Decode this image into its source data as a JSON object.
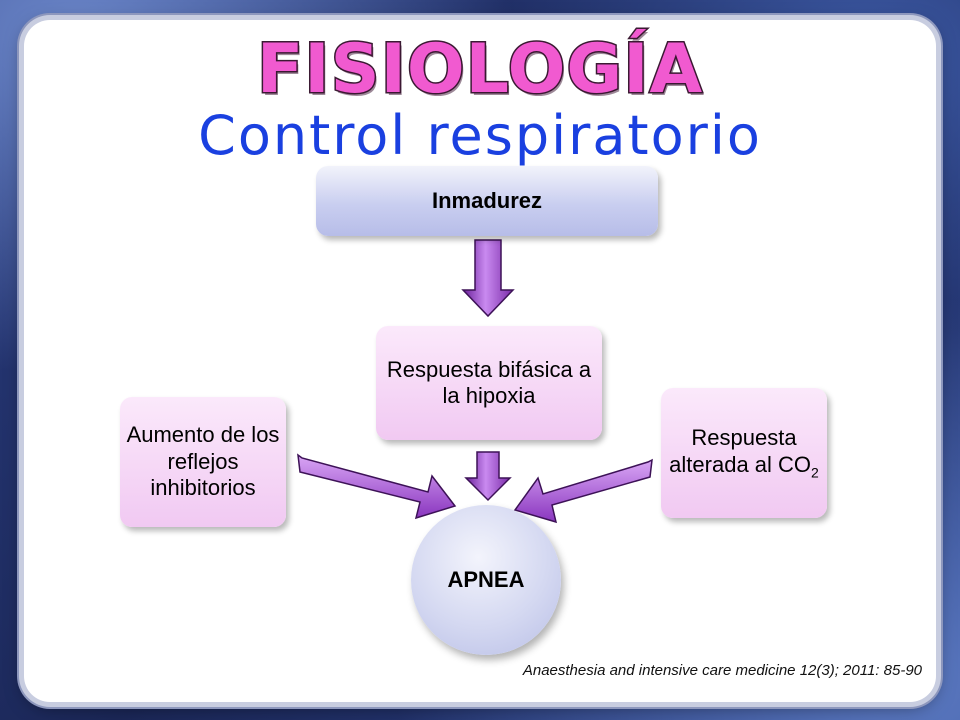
{
  "slide": {
    "title": "FISIOLOGÍA",
    "subtitle": "Control respiratorio",
    "citation": "Anaesthesia and intensive care medicine 12(3); 2011: 85-90"
  },
  "diagram": {
    "top_box": "Inmadurez",
    "middle_box": "Respuesta bifásica a la hipoxia",
    "left_box": "Aumento de los reflejos inhibitorios",
    "right_box_text": "Respuesta alterada al CO",
    "right_box_subscript": "2",
    "center_node": "APNEA"
  },
  "colors": {
    "title_pink": "#f15ad0",
    "subtitle_blue": "#1a40e0",
    "arrow_purple": "#a64bd6",
    "box_pink": "#f1c9f2",
    "node_lavender": "#c9cef0"
  }
}
